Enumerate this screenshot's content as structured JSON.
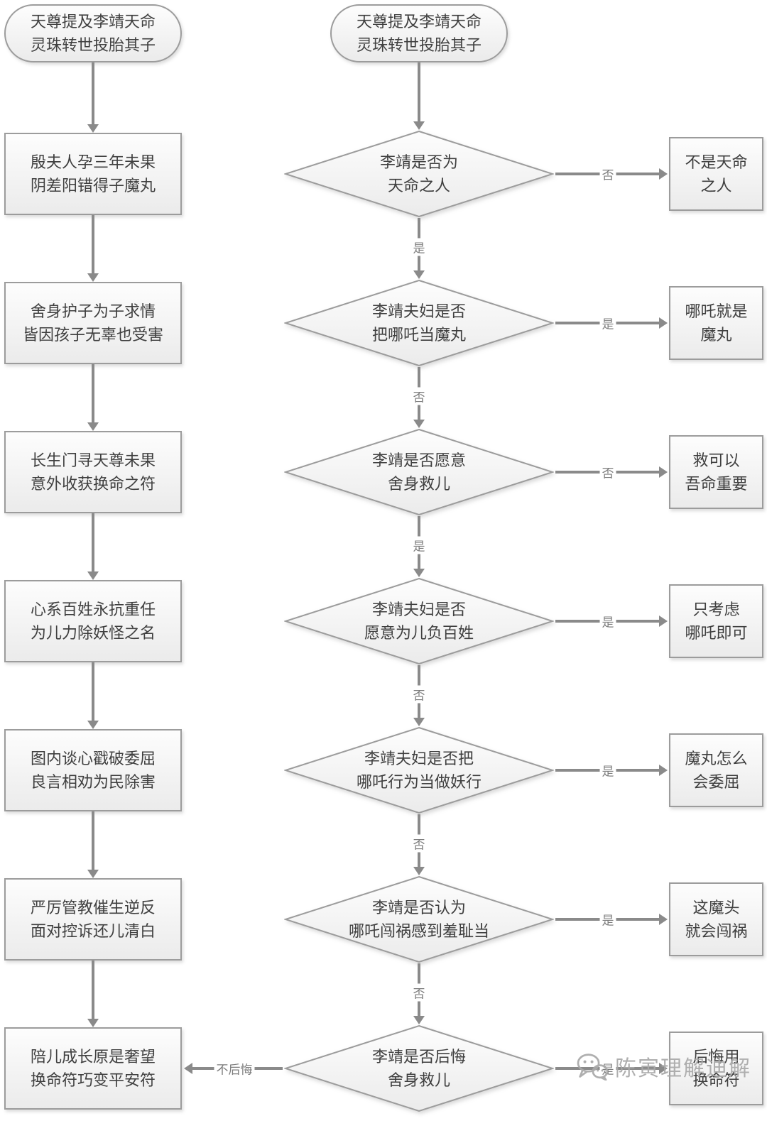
{
  "left_column": {
    "start": {
      "line1": "天尊提及李靖天命",
      "line2": "灵珠转世投胎其子"
    },
    "steps": [
      {
        "line1": "殷夫人孕三年未果",
        "line2": "阴差阳错得子魔丸"
      },
      {
        "line1": "舍身护子为子求情",
        "line2": "皆因孩子无辜也受害"
      },
      {
        "line1": "长生门寻天尊未果",
        "line2": "意外收获换命之符"
      },
      {
        "line1": "心系百姓永抗重任",
        "line2": "为儿力除妖怪之名"
      },
      {
        "line1": "图内谈心戳破委屈",
        "line2": "良言相劝为民除害"
      },
      {
        "line1": "严厉管教催生逆反",
        "line2": "面对控诉还儿清白"
      },
      {
        "line1": "陪儿成长原是奢望",
        "line2": "换命符巧变平安符"
      }
    ]
  },
  "middle_column": {
    "start": {
      "line1": "天尊提及李靖天命",
      "line2": "灵珠转世投胎其子"
    },
    "decisions": [
      {
        "line1": "李靖是否为",
        "line2": "天命之人",
        "down_label": "是",
        "branch_label": "否"
      },
      {
        "line1": "李靖夫妇是否",
        "line2": "把哪吒当魔丸",
        "down_label": "否",
        "branch_label": "是"
      },
      {
        "line1": "李靖是否愿意",
        "line2": "舍身救儿",
        "down_label": "是",
        "branch_label": "否"
      },
      {
        "line1": "李靖夫妇是否",
        "line2": "愿意为儿负百姓",
        "down_label": "否",
        "branch_label": "是"
      },
      {
        "line1": "李靖夫妇是否把",
        "line2": "哪吒行为当做妖行",
        "down_label": "否",
        "branch_label": "是"
      },
      {
        "line1": "李靖是否认为",
        "line2": "哪吒闯祸感到羞耻当",
        "down_label": "否",
        "branch_label": "是"
      },
      {
        "line1": "李靖是否后悔",
        "line2": "舍身救儿",
        "left_label": "不后悔",
        "branch_label": "是"
      }
    ]
  },
  "right_column": {
    "results": [
      {
        "line1": "不是天命",
        "line2": "之人"
      },
      {
        "line1": "哪吒就是",
        "line2": "魔丸"
      },
      {
        "line1": "救可以",
        "line2": "吾命重要"
      },
      {
        "line1": "只考虑",
        "line2": "哪吒即可"
      },
      {
        "line1": "魔丸怎么",
        "line2": "会委屈"
      },
      {
        "line1": "这魔头",
        "line2": "就会闯祸"
      },
      {
        "line1": "后悔用",
        "line2": "换命符"
      }
    ]
  },
  "watermark": {
    "icon": "wechat-chat-bubbles-icon",
    "text": "陈寅理解迪解"
  },
  "colors": {
    "node_border": "#9c9c9c",
    "node_fill_top": "#fdfdfd",
    "node_fill_bottom": "#ebebeb",
    "arrow": "#8a8a8a",
    "node_text": "#3f3f3f",
    "edge_label_text": "#7d7d7d",
    "watermark_text": "#a9a9a9"
  }
}
